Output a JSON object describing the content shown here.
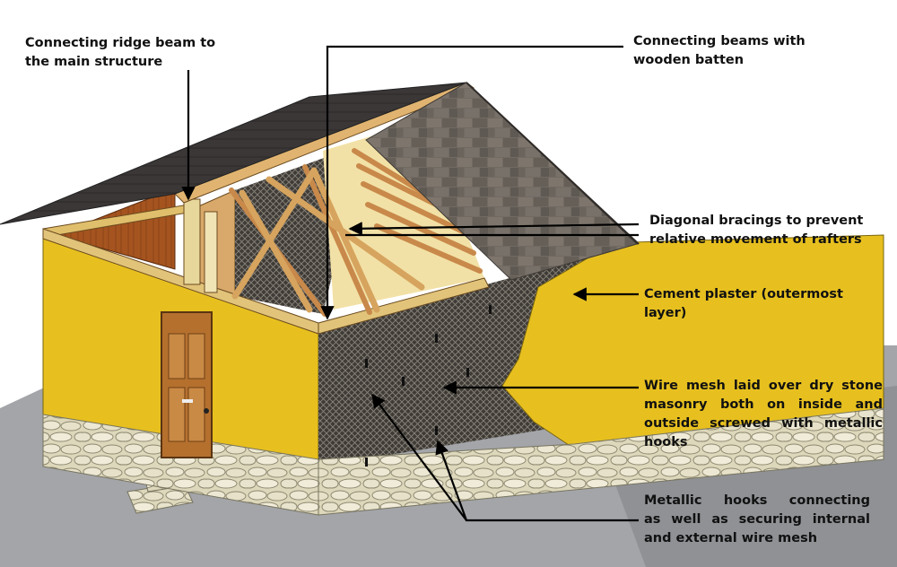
{
  "labels": {
    "ridge_beam": {
      "lines": [
        "Connecting ridge beam to",
        "the main structure"
      ]
    },
    "beams_batten": {
      "lines": [
        "Connecting beams with",
        "wooden batten"
      ]
    },
    "diagonal_bracing": {
      "lines": [
        "Diagonal bracings to prevent",
        "relative movement of rafters"
      ]
    },
    "cement_plaster": {
      "lines": [
        "Cement plaster (outermost",
        "layer)"
      ]
    },
    "wire_mesh": {
      "lines": [
        "Wire mesh laid over dry stone",
        "masonry both on inside and",
        "outside screwed with metallic",
        "hooks"
      ]
    },
    "metallic_hooks": {
      "lines": [
        "Metallic hooks connecting",
        "as well as securing internal",
        "and external wire mesh"
      ]
    }
  },
  "colors": {
    "wall_plaster": "#e8c020",
    "wall_plaster_shade": "#d4a919",
    "stone_masonry": "#4a4640",
    "roof_shingles": "#6e6760",
    "roof_dark": "#3a3636",
    "timber": "#d9a460",
    "plinth_stone": "#e2ddc2",
    "ground": "#a2a4a8",
    "door": "#b5702e",
    "leader_line": "#000000"
  }
}
